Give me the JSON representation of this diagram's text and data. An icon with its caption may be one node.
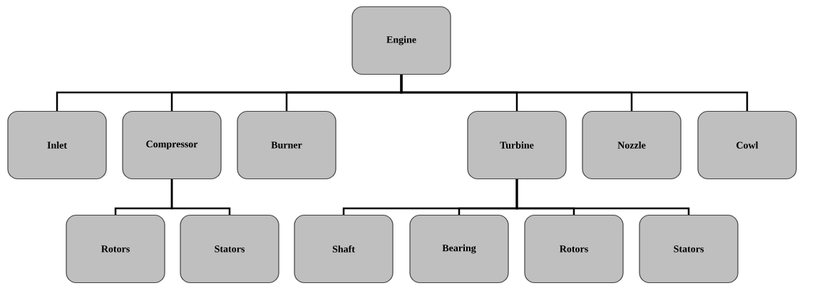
{
  "diagram": {
    "nodes": [
      {
        "text": [
          "Engine"
        ]
      },
      {
        "text": [
          "Inlet"
        ]
      },
      {
        "text": [
          "Compressor"
        ]
      },
      {
        "text": [
          "Burner"
        ]
      },
      {
        "text": [
          "Turbine"
        ]
      },
      {
        "text": [
          "Nozzle"
        ]
      },
      {
        "text": [
          "Cowl"
        ]
      },
      {
        "text": [
          "Rotors"
        ]
      },
      {
        "text": [
          "Stators"
        ]
      },
      {
        "text": [
          "Shaft"
        ]
      },
      {
        "text": [
          "Bearing"
        ]
      },
      {
        "text": [
          "Rotors"
        ]
      },
      {
        "text": [
          "Stators"
        ]
      }
    ],
    "edges": [
      {
        "from": 0,
        "to": 1,
        "arrow": "none"
      },
      {
        "from": 0,
        "to": 2,
        "arrow": "none"
      },
      {
        "from": 0,
        "to": 3,
        "arrow": "none"
      },
      {
        "from": 0,
        "to": 4,
        "arrow": "none"
      },
      {
        "from": 0,
        "to": 5,
        "arrow": "none"
      },
      {
        "from": 0,
        "to": 6,
        "arrow": "none"
      },
      {
        "from": 2,
        "to": 7,
        "arrow": "none"
      },
      {
        "from": 2,
        "to": 8,
        "arrow": "none"
      },
      {
        "from": 4,
        "to": 9,
        "arrow": "none"
      },
      {
        "from": 4,
        "to": 10,
        "arrow": "none"
      },
      {
        "from": 4,
        "to": 11,
        "arrow": "none"
      },
      {
        "from": 4,
        "to": 12,
        "arrow": "none"
      }
    ]
  }
}
